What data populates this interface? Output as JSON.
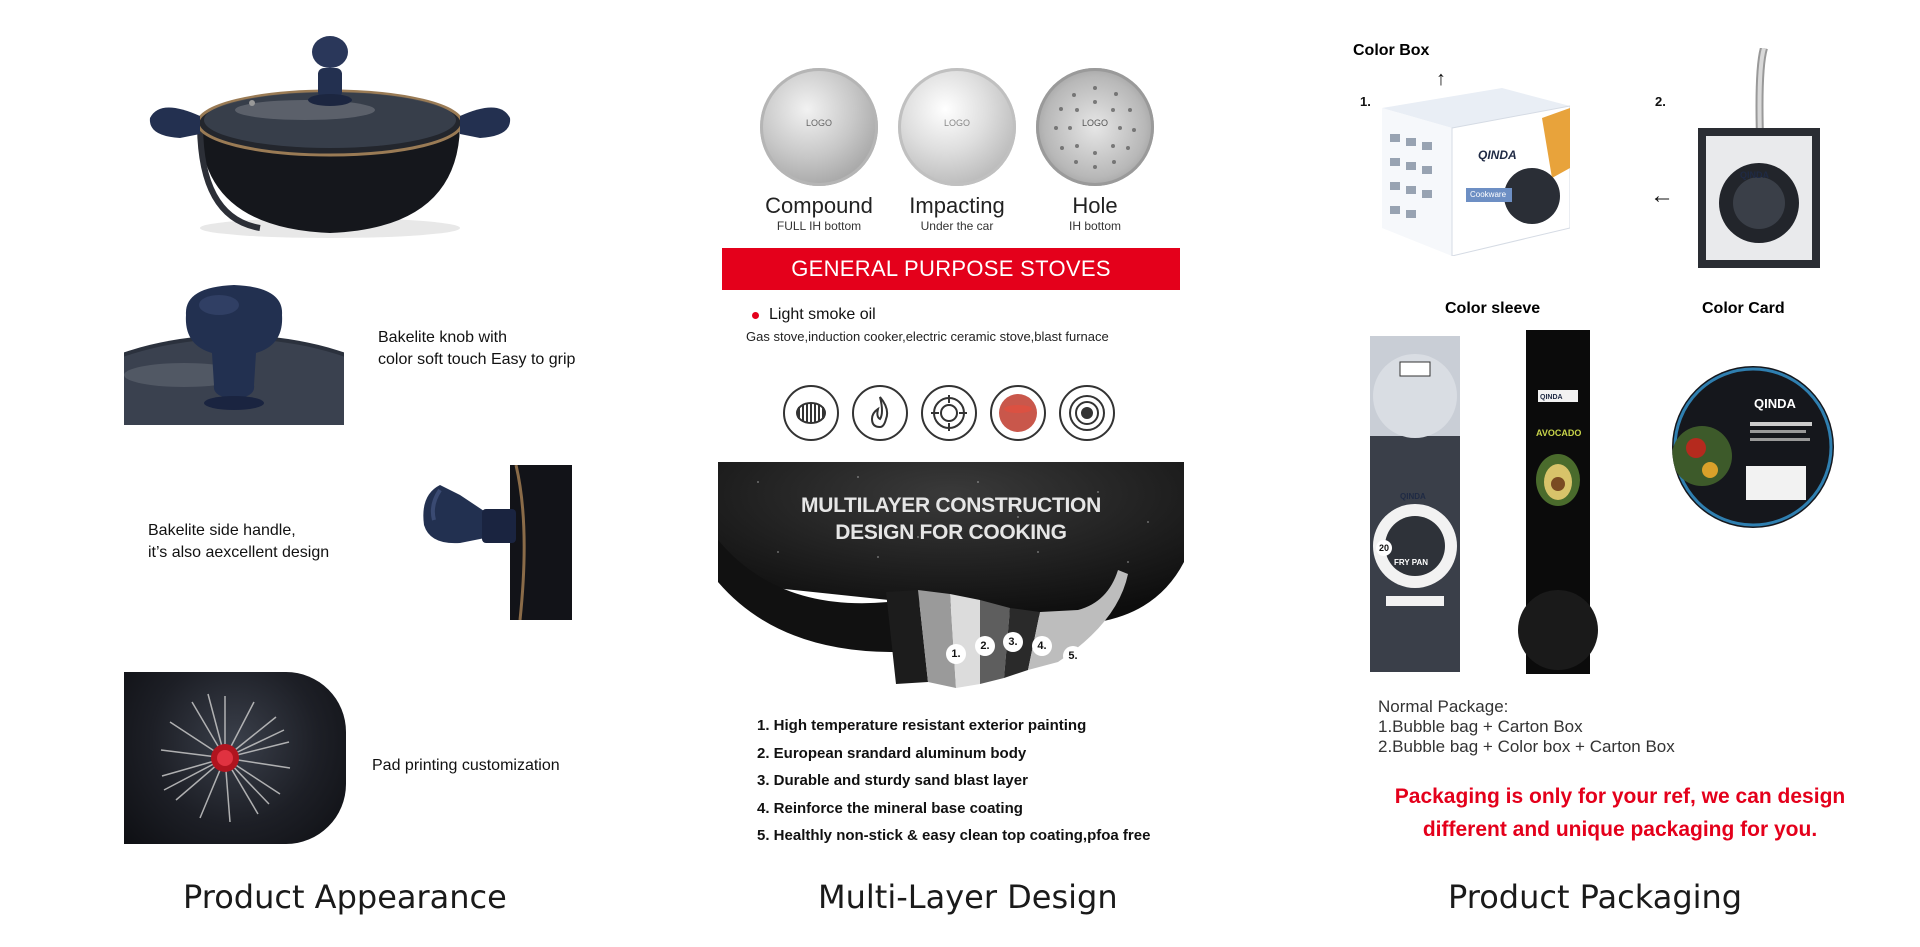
{
  "appearance": {
    "title": "Product Appearance",
    "knob_text": [
      "Bakelite knob with",
      "color soft touch Easy to grip"
    ],
    "handle_text": [
      "Bakelite side handle,",
      "it’s also aexcellent design"
    ],
    "pad_text": "Pad printing customization"
  },
  "multilayer": {
    "title": "Multi-Layer Design",
    "bottoms": [
      {
        "name": "Compound",
        "sub": "FULL IH bottom",
        "logo": "LOGO"
      },
      {
        "name": "Impacting",
        "sub": "Under the car",
        "logo": "LOGO"
      },
      {
        "name": "Hole",
        "sub": "IH bottom",
        "logo": "LOGO"
      }
    ],
    "banner": "GENERAL PURPOSE STOVES",
    "bullet": "Light smoke oil",
    "stoves": "Gas stove,induction cooker,electric ceramic stove,blast furnace",
    "stove_icons": [
      "electric-coil-icon",
      "gas-flame-icon",
      "gas-burner-icon",
      "ceramic-plate-icon",
      "induction-icon"
    ],
    "construction": [
      "MULTILAYER CONSTRUCTION",
      "DESIGN FOR COOKING"
    ],
    "layer_markers": [
      "1.",
      "2.",
      "3.",
      "4.",
      "5."
    ],
    "layers": [
      "1. High temperature resistant exterior painting",
      "2. European srandard aluminum body",
      "3. Durable and sturdy sand blast layer",
      "4. Reinforce the mineral base coating",
      "5. Healthly non-stick & easy clean top coating,pfoa free"
    ]
  },
  "packaging": {
    "title": "Product Packaging",
    "color_box": "Color Box",
    "num1": "1.",
    "num2": "2.",
    "color_sleeve": "Color sleeve",
    "color_card": "Color Card",
    "brand": "QINDA",
    "box_label": "Cookware",
    "sleeve_fry": "FRY PAN",
    "sleeve_avocado": "AVOCADO",
    "sleeve_size": "20",
    "normal_title": "Normal Package:",
    "normal_items": [
      "1.Bubble bag + Carton Box",
      "2.Bubble bag + Color box + Carton Box"
    ],
    "note": [
      "Packaging is only for your ref, we can design",
      "different and unique packaging for you."
    ]
  },
  "colors": {
    "accent_red": "#e4001b",
    "navy": "#1f2a44"
  }
}
